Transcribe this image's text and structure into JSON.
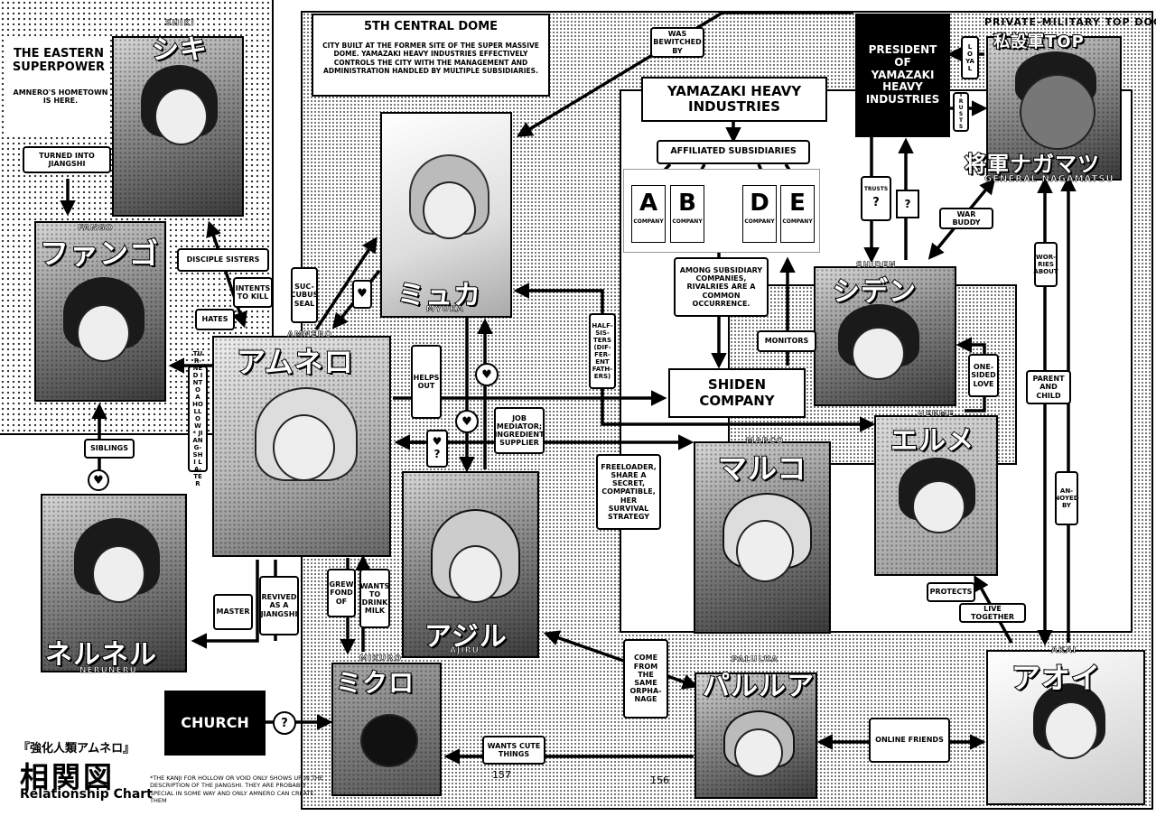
{
  "title": {
    "bracket": "『強化人類アムネロ』",
    "kanji": "相関図",
    "english": "Relationship Chart"
  },
  "footnote": "*THE KANJI FOR HOLLOW OR VOID ONLY SHOWS UP IN THE DESCRIPTION OF THE JIANGSHI. THEY ARE PROBABLY SPECIAL IN SOME WAY AND ONLY AMNERO CAN CREATE THEM",
  "page_numbers": {
    "left": "157",
    "right": "156"
  },
  "eastern": {
    "title": "THE EASTERN SUPERPOWER",
    "sub": "AMNERO'S HOMETOWN IS HERE."
  },
  "dome": {
    "title": "5TH CENTRAL DOME",
    "desc": "CITY BUILT AT THE FORMER SITE OF THE SUPER MASSIVE DOME. YAMAZAKI HEAVY INDUSTRIES EFFECTIVELY CONTROLS THE CITY WITH THE MANAGEMENT AND ADMINISTRATION HANDLED BY MULTIPLE SUBSIDIARIES."
  },
  "yamazaki": {
    "title": "YAMAZAKI HEAVY INDUSTRIES",
    "affiliated": "AFFILIATED SUBSIDIARIES",
    "companies": [
      {
        "letter": "A",
        "word": "COMPANY"
      },
      {
        "letter": "B",
        "word": "COMPANY"
      },
      {
        "letter": "D",
        "word": "COMPANY"
      },
      {
        "letter": "E",
        "word": "COMPANY"
      }
    ],
    "rivalries": "AMONG SUBSIDIARY COMPANIES, RIVALRIES ARE A COMMON OCCURRENCE."
  },
  "president": "PRESIDENT OF YAMAZAKI HEAVY INDUSTRIES",
  "shiden_company": "SHIDEN COMPANY",
  "church": "CHURCH",
  "characters": {
    "shiki": {
      "jp": "シキ",
      "rom": "SHIKI"
    },
    "fango": {
      "jp": "ファンゴ",
      "rom": "FANGO"
    },
    "neruneru": {
      "jp": "ネルネル",
      "rom": "NERUNERU"
    },
    "amnero": {
      "jp": "アムネロ",
      "rom": "AMNERO"
    },
    "myuka": {
      "jp": "ミュカ",
      "rom": "MYUKA"
    },
    "ajiru": {
      "jp": "アジル",
      "rom": "AJIRU"
    },
    "mikuro": {
      "jp": "ミクロ",
      "rom": "MIKURO"
    },
    "marco": {
      "jp": "マルコ",
      "rom": "MARCO"
    },
    "shiden": {
      "jp": "シデン",
      "rom": "SHIDEN"
    },
    "herme": {
      "jp": "エルメ",
      "rom": "HERME"
    },
    "palulua": {
      "jp": "パルルア",
      "rom": "PALULUA"
    },
    "akai": {
      "jp": "アオイ",
      "rom": "AKAI"
    },
    "nagamatsu": {
      "top_en": "PRIVATE-MILITARY TOP DOG",
      "top_jp": "私設軍TOP",
      "jp": "将軍ナガマツ",
      "rom": "GENERAL NAGAMATSU"
    }
  },
  "labels": {
    "turned_jiangshi": "TURNED INTO JIANGSHI",
    "disciple_sisters": "DISCIPLE SISTERS",
    "intents_kill": "INTENTS TO KILL",
    "hates": "HATES",
    "succubus_seal": "SUC-CUBUS SEAL",
    "turned_hollow": "TUR-NED INTO A HOLLOW * JIANG-SHI LA-TER",
    "siblings": "SIBLINGS",
    "master": "MASTER",
    "revived": "REVIVED AS A JIANGSHI",
    "grew_fond": "GREW FOND OF",
    "wants_milk": "WANTS TO DRINK MILK",
    "helps_out": "HELPS OUT",
    "job_mediator": "JOB MEDIATOR; INGREDIENT SUPPLIER",
    "half_sisters": "HALF-SIS-TERS (DIF-FER-ENT FATH-ERS)",
    "freeloader": "FREELOADER, SHARE A SECRET, COMPATIBLE, HER SURVIVAL STRATEGY",
    "was_bewitched": "WAS BEWITCHED BY",
    "loyal": "LOYAL",
    "trusts_v": "TRUSTS",
    "trusts": "TRUSTS",
    "war_buddy": "WAR BUDDY",
    "monitors": "MONITORS",
    "one_sided": "ONE-SIDED LOVE",
    "worries": "WOR-RIES ABOUT",
    "parent_child": "PARENT AND CHILD",
    "annoyed": "AN-NOYED BY",
    "protects": "PROTECTS",
    "live_together": "LIVE TOGETHER",
    "orphanage": "COME FROM THE SAME ORPHA-NAGE",
    "online_friends": "ONLINE FRIENDS",
    "wants_cute": "WANTS CUTE THINGS"
  },
  "symbols": {
    "heart": "♥",
    "question": "?",
    "heart_q_heart": "♥",
    "heart_q_q": "?"
  }
}
